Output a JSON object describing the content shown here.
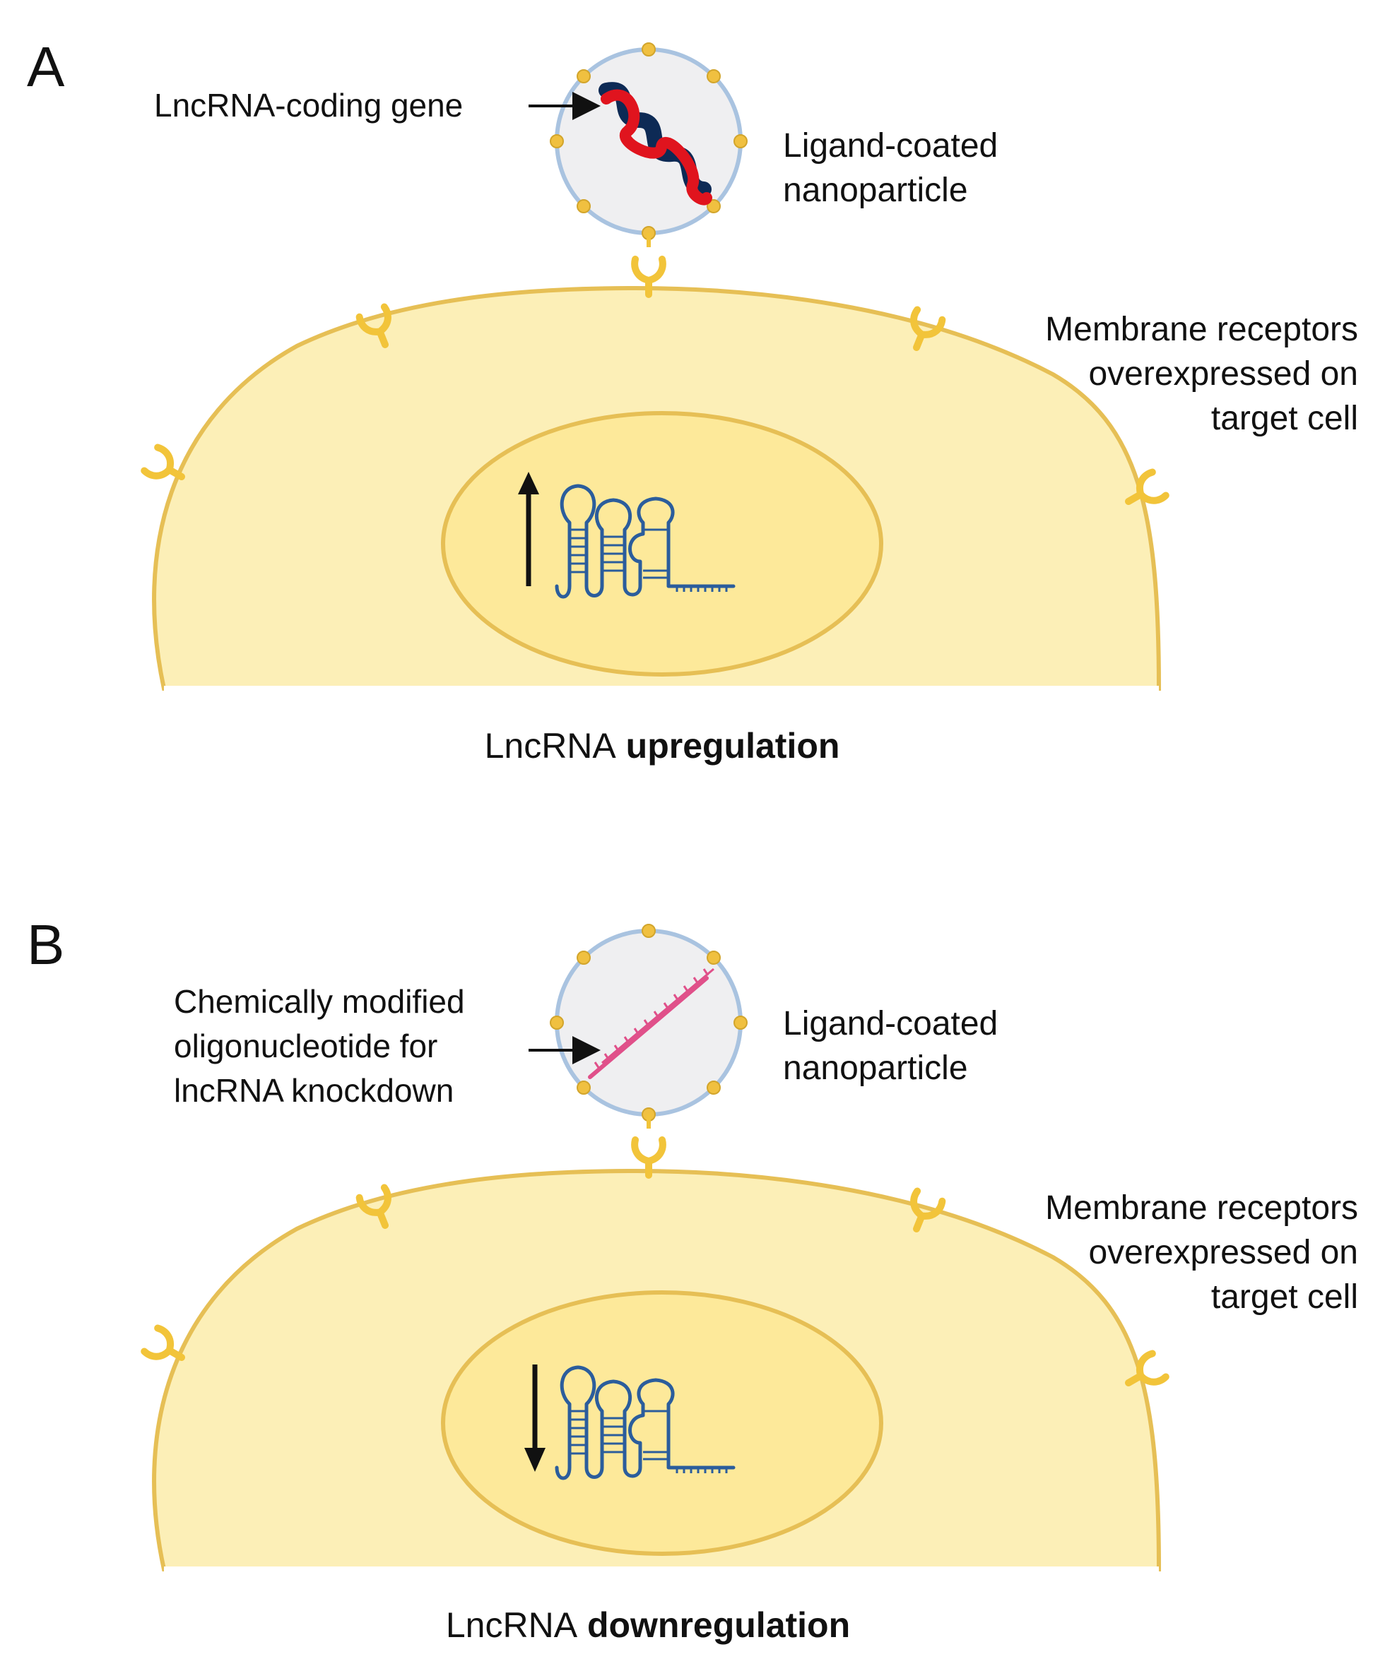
{
  "panels": [
    {
      "letter": "A",
      "cargo_label": [
        "LncRNA-coding gene"
      ],
      "nanoparticle_label": [
        "Ligand-coated",
        "nanoparticle"
      ],
      "receptor_label": [
        "Membrane receptors",
        "overexpressed on",
        "target cell"
      ],
      "caption_prefix": "LncRNA ",
      "caption_bold": "upregulation",
      "cargo": "dna-double-helix",
      "trend_arrow": "up-arrow"
    },
    {
      "letter": "B",
      "cargo_label": [
        "Chemically modified",
        "oligonucleotide for",
        "lncRNA knockdown"
      ],
      "nanoparticle_label": [
        "Ligand-coated",
        "nanoparticle"
      ],
      "receptor_label": [
        "Membrane receptors",
        "overexpressed on",
        "target cell"
      ],
      "caption_prefix": "LncRNA ",
      "caption_bold": "downregulation",
      "cargo": "oligonucleotide-strand",
      "trend_arrow": "down-arrow"
    }
  ],
  "colors": {
    "cell_fill": "#fcefb7",
    "cell_stroke": "#e6bf55",
    "nucleus_fill": "#fde99a",
    "receptor": "#f2c43a",
    "ligand_dot": "#f0c040",
    "nanoparticle_fill": "#efeff1",
    "nanoparticle_stroke": "#a9c3e0",
    "rna": "#2b5d9c",
    "dna_red": "#e0141e",
    "dna_navy": "#0d2a55",
    "oligo": "#e0508a"
  }
}
